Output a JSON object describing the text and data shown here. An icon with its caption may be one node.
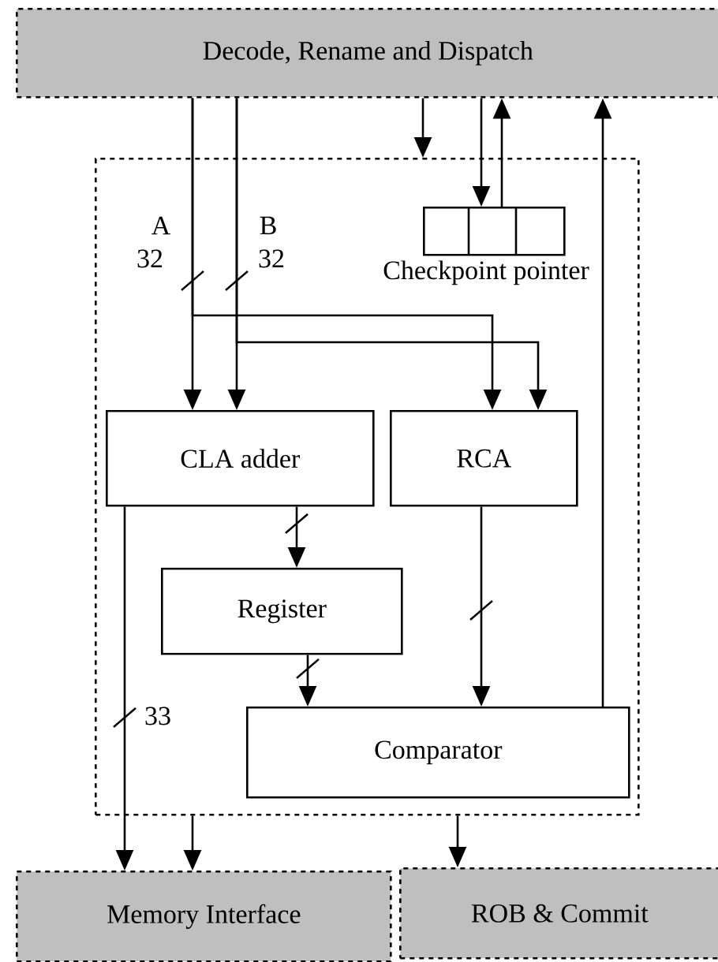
{
  "diagram": {
    "nodes": [
      {
        "text": [
          "Decode, Rename and Dispatch"
        ]
      },
      {
        "text": [],
        "shape": "box"
      },
      {
        "text": [
          "Checkpoint pointer"
        ],
        "in": 1
      },
      {
        "text": [
          "CLA adder"
        ],
        "in": 1
      },
      {
        "text": [
          "RCA"
        ],
        "in": 1
      },
      {
        "text": [
          "Register"
        ],
        "in": 1
      },
      {
        "text": [
          "Comparator"
        ],
        "in": 1
      },
      {
        "text": [
          "Memory Interface"
        ]
      },
      {
        "text": [
          "ROB & Commit"
        ]
      }
    ],
    "edges": [
      {
        "from": 0,
        "to": 3,
        "arrow": "to"
      },
      {
        "from": 0,
        "to": 4,
        "arrow": "to"
      },
      {
        "from": 0,
        "to": 3,
        "arrow": "to"
      },
      {
        "from": 0,
        "to": 4,
        "arrow": "to"
      },
      {
        "from": 0,
        "to": 1,
        "arrow": "to"
      },
      {
        "from": 0,
        "to": 2,
        "arrow": "to"
      },
      {
        "from": 2,
        "to": 0,
        "arrow": "to"
      },
      {
        "from": 3,
        "to": 5,
        "arrow": "to"
      },
      {
        "from": 5,
        "to": 6,
        "arrow": "to"
      },
      {
        "from": 4,
        "to": 6,
        "arrow": "to"
      },
      {
        "from": 6,
        "to": 0,
        "arrow": "to"
      },
      {
        "from": 3,
        "to": 7,
        "arrow": "to"
      },
      {
        "from": 1,
        "to": 7,
        "arrow": "to"
      },
      {
        "from": 1,
        "to": 8,
        "arrow": "to"
      }
    ],
    "labels": [
      "A",
      "32",
      "B",
      "32",
      "33"
    ]
  }
}
